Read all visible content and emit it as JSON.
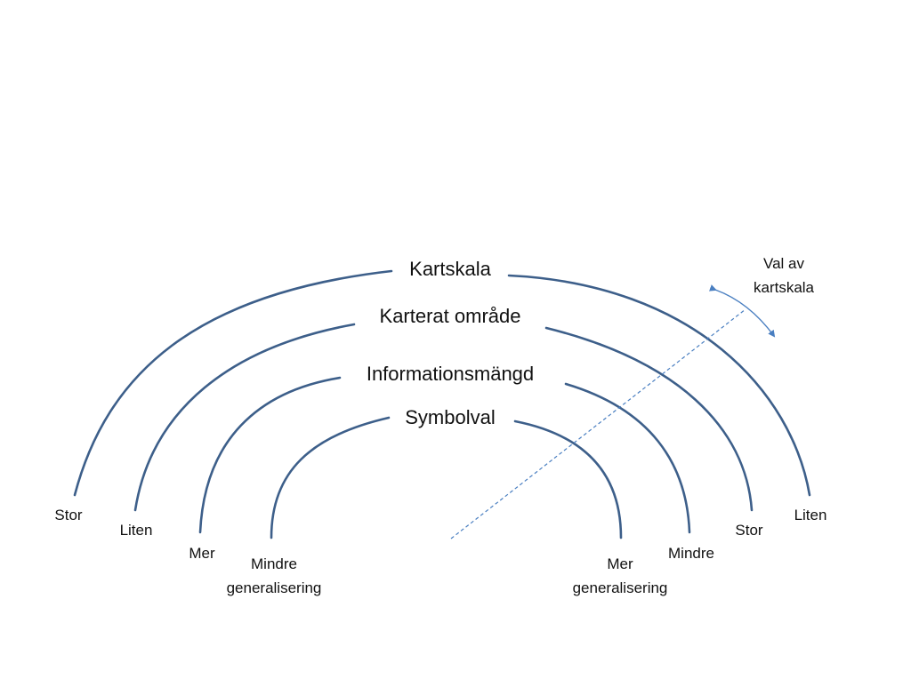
{
  "arcs": [
    {
      "title": "Kartskala",
      "left_label": "Stor",
      "right_label": "Liten"
    },
    {
      "title": "Karterat område",
      "left_label": "Liten",
      "right_label": "Stor"
    },
    {
      "title": "Informationsmängd",
      "left_label": "Mer",
      "right_label": "Mindre"
    },
    {
      "title": "Symbolval",
      "left_label": [
        "Mindre",
        "generalisering"
      ],
      "right_label": [
        "Mer",
        "generalisering"
      ]
    }
  ],
  "selector": {
    "label": [
      "Val av",
      "kartskala"
    ]
  },
  "colors": {
    "arc": "#3d5f8a",
    "dashed_line": "#4a7fc1",
    "text": "#111111"
  }
}
